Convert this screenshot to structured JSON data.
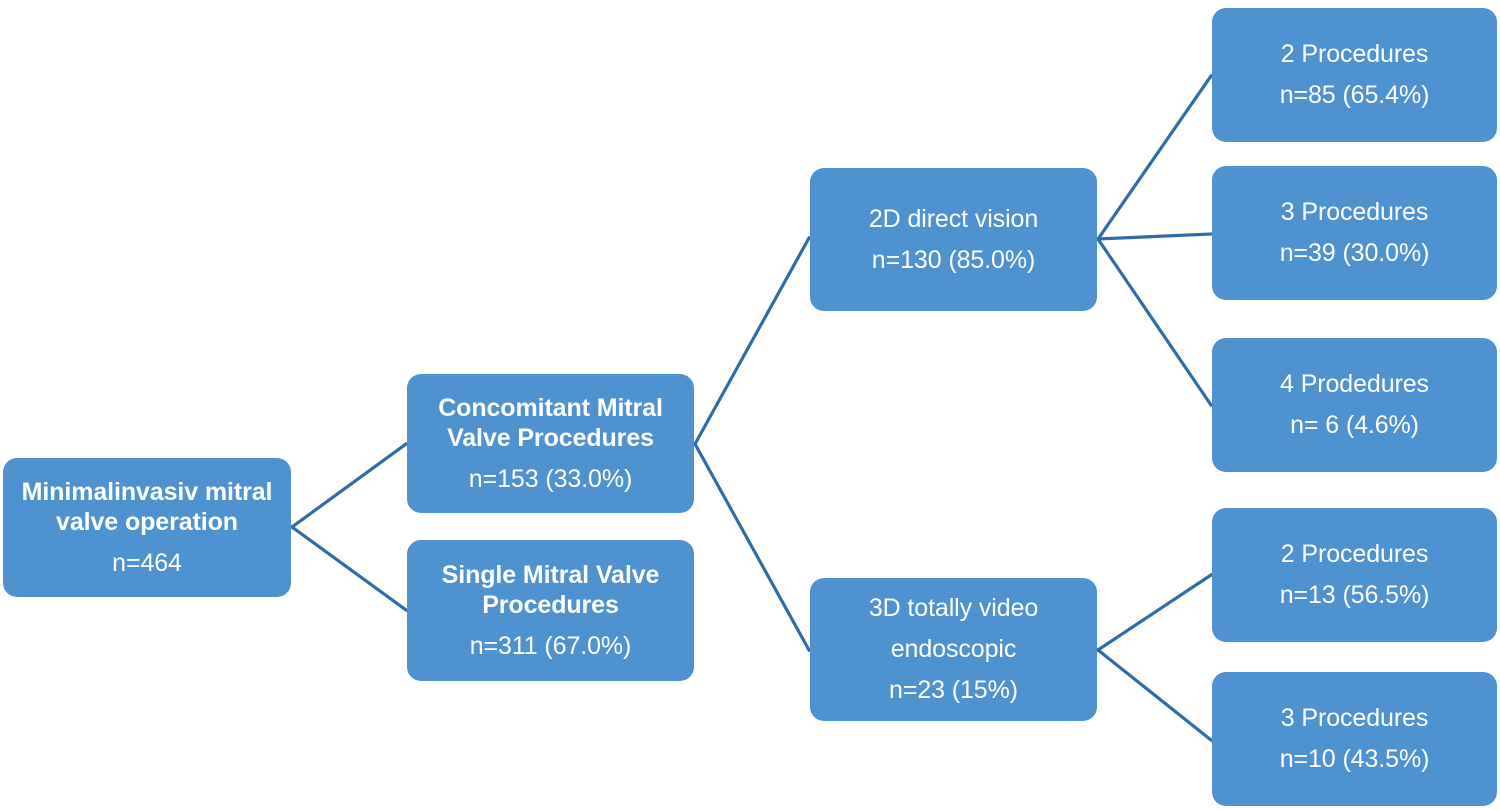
{
  "figure": {
    "kind": "flowchart",
    "colors": {
      "node_fill": "#4e92d0",
      "node_text": "#ffffff",
      "connector": "#2e6ca8",
      "background": "#ffffff"
    }
  },
  "nodes": {
    "root": {
      "line1": "Minimalinvasiv mitral",
      "line2": "valve operation",
      "line3": "n=464"
    },
    "concomitant": {
      "line1": "Concomitant Mitral",
      "line2": "Valve Procedures",
      "line3": "n=153 (33.0%)"
    },
    "single": {
      "line1": "Single Mitral Valve",
      "line2": "Procedures",
      "line3": "n=311 (67.0%)"
    },
    "vision_2d": {
      "line1": "2D direct vision",
      "line2": "n=130 (85.0%)"
    },
    "endoscopic_3d": {
      "line1": "3D totally video",
      "line2": "endoscopic",
      "line3": "n=23 (15%)"
    },
    "d2_two_procedures": {
      "line1": "2 Procedures",
      "line2": "n=85 (65.4%)"
    },
    "d2_three_procedures": {
      "line1": "3 Procedures",
      "line2": "n=39 (30.0%)"
    },
    "d2_four_procedures": {
      "line1": "4 Prodedures",
      "line2": "n= 6 (4.6%)"
    },
    "d3_two_procedures": {
      "line1": "2 Procedures",
      "line2": "n=13 (56.5%)"
    },
    "d3_three_procedures": {
      "line1": "3 Procedures",
      "line2": "n=10 (43.5%)"
    }
  },
  "chart_data": {
    "type": "table",
    "title": "Minimalinvasiv mitral valve operation cohort flow",
    "total_n": 464,
    "levels": [
      {
        "level": 1,
        "items": [
          {
            "label": "Minimalinvasiv mitral valve operation",
            "n": 464,
            "percent": null
          }
        ]
      },
      {
        "level": 2,
        "parent": "Minimalinvasiv mitral valve operation",
        "items": [
          {
            "label": "Concomitant Mitral Valve Procedures",
            "n": 153,
            "percent": 33.0
          },
          {
            "label": "Single Mitral Valve Procedures",
            "n": 311,
            "percent": 67.0
          }
        ]
      },
      {
        "level": 3,
        "parent": "Concomitant Mitral Valve Procedures",
        "items": [
          {
            "label": "2D direct vision",
            "n": 130,
            "percent": 85.0
          },
          {
            "label": "3D totally video endoscopic",
            "n": 23,
            "percent": 15
          }
        ]
      },
      {
        "level": 4,
        "parent": "2D direct vision",
        "items": [
          {
            "label": "2 Procedures",
            "n": 85,
            "percent": 65.4
          },
          {
            "label": "3 Procedures",
            "n": 39,
            "percent": 30.0
          },
          {
            "label": "4 Prodedures",
            "n": 6,
            "percent": 4.6
          }
        ]
      },
      {
        "level": 4,
        "parent": "3D totally video endoscopic",
        "items": [
          {
            "label": "2 Procedures",
            "n": 13,
            "percent": 56.5
          },
          {
            "label": "3 Procedures",
            "n": 10,
            "percent": 43.5
          }
        ]
      }
    ]
  }
}
